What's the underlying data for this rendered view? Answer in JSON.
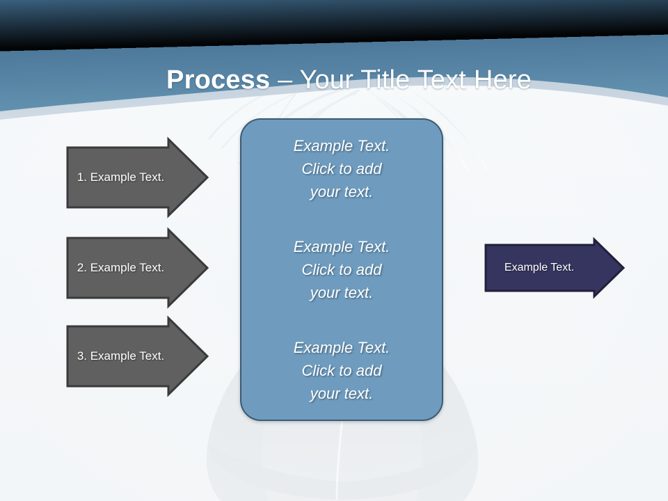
{
  "slide": {
    "title_strong": "Process",
    "title_rest": " – Your Title Text Here",
    "background_color": "#f4f7f9"
  },
  "theme": {
    "header_gradient_top": "#3c6483",
    "header_gradient_bottom": "#5e8cab",
    "header_band": "#b7c7d6",
    "center_box_fill": "#6f9cbe",
    "center_box_border": "#3c5a72",
    "gray_arrow_fill": "#606060",
    "gray_arrow_border": "#3a3a3a",
    "navy_arrow_fill": "#35355f",
    "navy_arrow_border": "#20203a",
    "text_color": "#ffffff"
  },
  "left_arrows": [
    {
      "label": "1. Example Text."
    },
    {
      "label": "2. Example Text."
    },
    {
      "label": "3. Example Text."
    }
  ],
  "center_box": {
    "blocks": [
      {
        "text": "Example Text.\nClick  to add\nyour text."
      },
      {
        "text": "Example Text.\nClick  to add\nyour text."
      },
      {
        "text": "Example Text.\nClick  to add\nyour text."
      }
    ]
  },
  "right_arrow": {
    "label": "Example Text."
  }
}
